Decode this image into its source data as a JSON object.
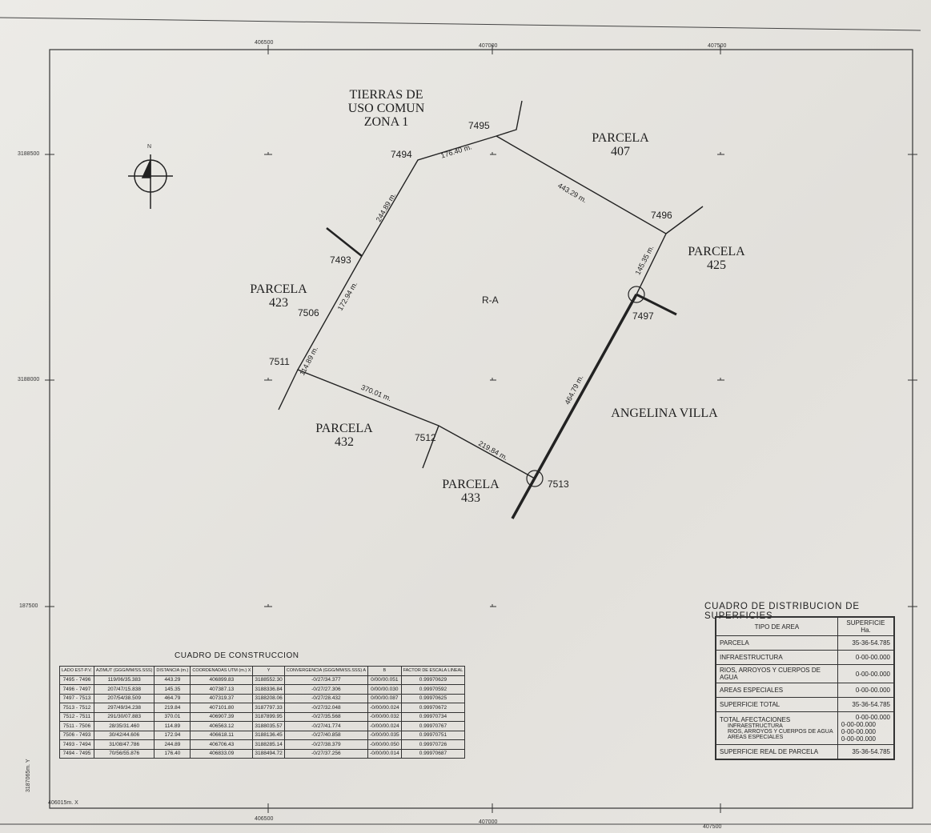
{
  "grid": {
    "top_x": [
      "406500",
      "407000",
      "407500"
    ],
    "bottom_x": [
      "406500",
      "407000",
      "407500"
    ],
    "left_y": [
      "3188500",
      "3188000",
      "187500"
    ],
    "origin_x": "406015m. X",
    "origin_y": "3187065m. Y"
  },
  "labels": {
    "tierras": "TIERRAS DE\nUSO COMUN\nZONA 1",
    "p407": "PARCELA\n407",
    "p425": "PARCELA\n425",
    "p423": "PARCELA\n423",
    "p432": "PARCELA\n432",
    "p433": "PARCELA\n433",
    "angelina": "ANGELINA VILLA",
    "ra": "R-A",
    "north": "N"
  },
  "points": [
    "7495",
    "7494",
    "7493",
    "7506",
    "7511",
    "7512",
    "7513",
    "7497",
    "7496"
  ],
  "distances": [
    "176.40 m.",
    "443.29 m.",
    "244.89 m.",
    "172.94 m.",
    "114.89 m.",
    "370.01 m.",
    "219.84 m.",
    "464.79 m.",
    "145.35 m."
  ],
  "construccion": {
    "title": "CUADRO DE CONSTRUCCION",
    "headers": [
      "LADO EST-P.V.",
      "AZIMUT (GGG/MM/SS.SSS)",
      "DISTANCIA (m.)",
      "COORDENADAS UTM (m.) X",
      "Y",
      "CONVERGENCIA (GGG/MM/SS.SSS) A",
      "B",
      "FACTOR DE ESCALA LINEAL"
    ],
    "rows": [
      [
        "7495 - 7496",
        "119/06/35.383",
        "443.29",
        "406899.83",
        "3188552.30",
        "-0/27/34.377",
        "0/00/00.051",
        "0.99970629"
      ],
      [
        "7496 - 7497",
        "207/47/15.838",
        "145.35",
        "407387.13",
        "3188336.84",
        "-0/27/27.306",
        "0/00/00.030",
        "0.99970592"
      ],
      [
        "7497 - 7513",
        "207/54/38.509",
        "464.79",
        "407319.37",
        "3188208.06",
        "-0/27/28.432",
        "0/00/00.087",
        "0.99970625"
      ],
      [
        "7513 - 7512",
        "297/49/34.238",
        "219.84",
        "407101.80",
        "3187797.33",
        "-0/27/32.048",
        "-0/00/00.024",
        "0.99970672"
      ],
      [
        "7512 - 7511",
        "291/30/07.883",
        "370.01",
        "406907.39",
        "3187899.95",
        "-0/27/35.568",
        "-0/00/00.032",
        "0.99970734"
      ],
      [
        "7511 - 7506",
        "28/35/31.460",
        "114.89",
        "406563.12",
        "3188035.57",
        "-0/27/41.774",
        "-0/00/00.024",
        "0.99970767"
      ],
      [
        "7506 - 7493",
        "30/42/44.606",
        "172.94",
        "406618.11",
        "3188136.45",
        "-0/27/40.858",
        "-0/00/00.035",
        "0.99970751"
      ],
      [
        "7493 - 7494",
        "31/08/47.786",
        "244.89",
        "406706.43",
        "3188285.14",
        "-0/27/38.379",
        "-0/00/00.050",
        "0.99970726"
      ],
      [
        "7494 - 7495",
        "70/56/55.876",
        "176.40",
        "406833.09",
        "3188494.72",
        "-0/27/37.256",
        "-0/00/00.014",
        "0.99970687"
      ]
    ]
  },
  "distribucion": {
    "title": "CUADRO DE DISTRIBUCION DE SUPERFICIES",
    "h1": "TIPO DE AREA",
    "h2": "SUPERFICIE Ha.",
    "rows": [
      [
        "PARCELA",
        "35-36-54.785"
      ],
      [
        "INFRAESTRUCTURA",
        "0-00-00.000"
      ],
      [
        "RIOS, ARROYOS Y CUERPOS DE AGUA",
        "0-00-00.000"
      ],
      [
        "AREAS ESPECIALES",
        "0-00-00.000"
      ],
      [
        "SUPERFICIE TOTAL",
        "35-36-54.785"
      ]
    ],
    "afect": {
      "label": "TOTAL AFECTACIONES",
      "value": "0-00-00.000",
      "items": [
        [
          "INFRAESTRUCTURA",
          "0-00-00.000"
        ],
        [
          "RIOS, ARROYOS Y CUERPOS DE AGUA",
          "0-00-00.000"
        ],
        [
          "AREAS ESPECIALES",
          "0-00-00.000"
        ]
      ]
    },
    "real": [
      "SUPERFICIE REAL DE PARCELA",
      "35-36-54.785"
    ]
  }
}
